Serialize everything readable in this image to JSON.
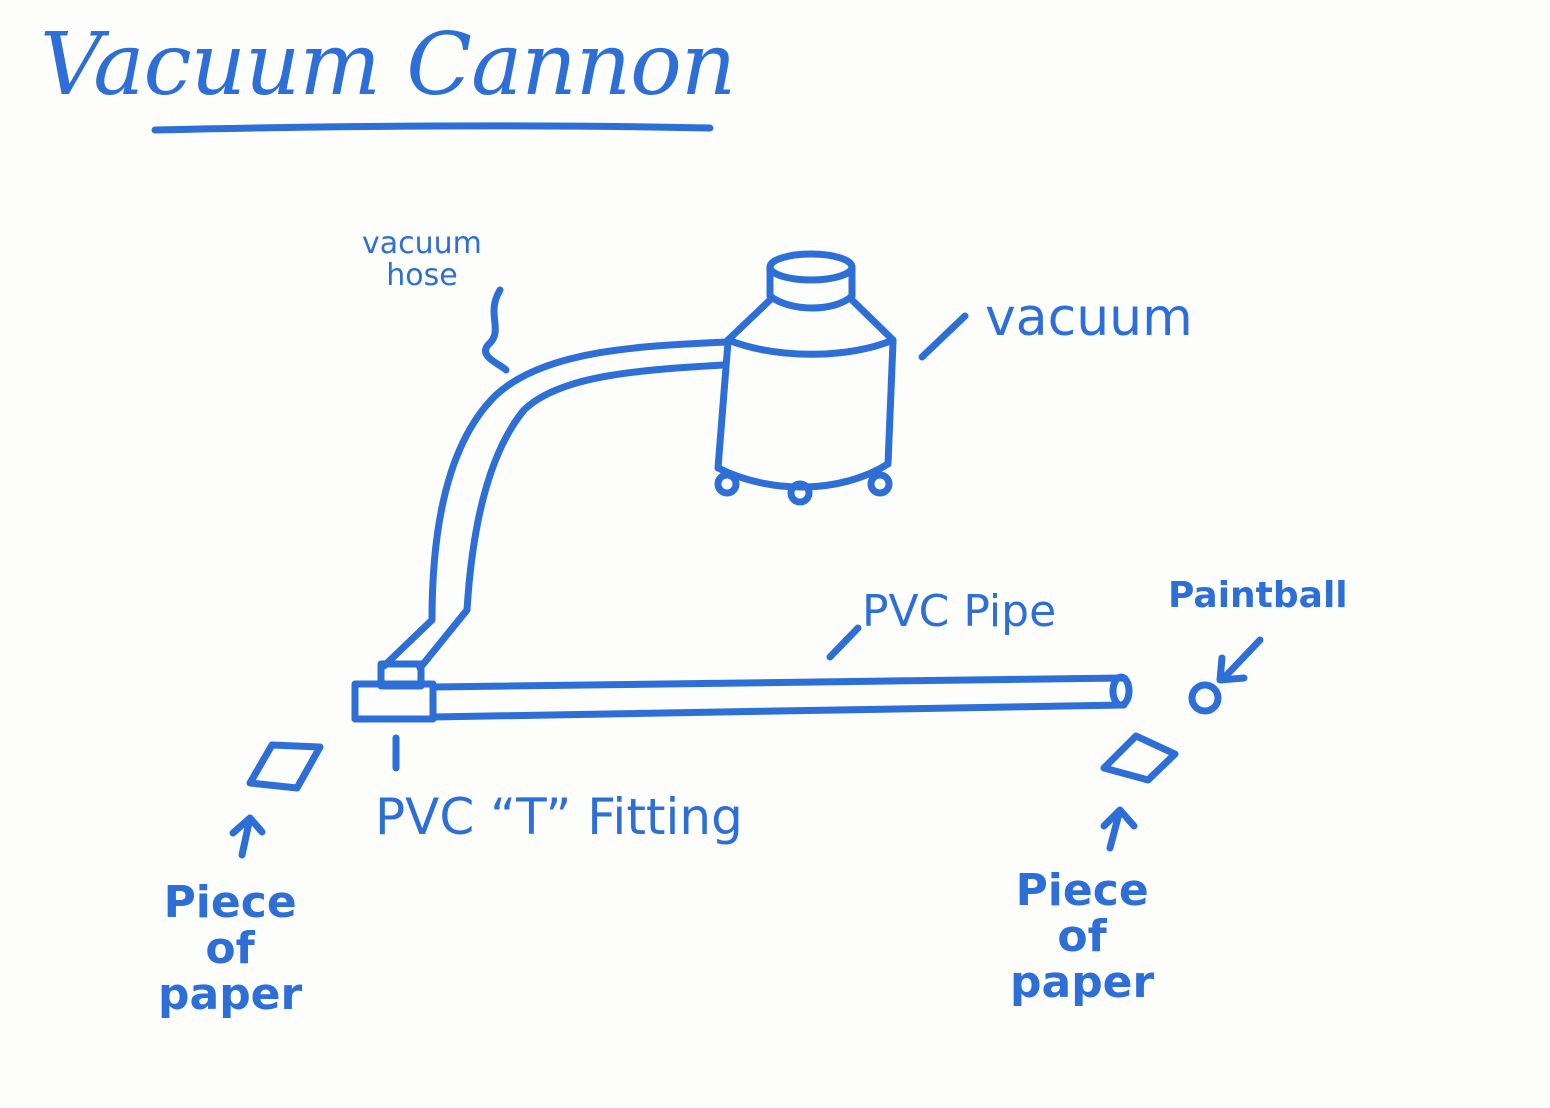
{
  "title": "Vacuum Cannon",
  "labels": {
    "vacuum_hose_line1": "vacuum",
    "vacuum_hose_line2": "hose",
    "vacuum": "vacuum",
    "pvc_pipe": "PVC Pipe",
    "paintball": "Paintball",
    "t_fitting": "PVC “T” Fitting",
    "paper_left_line1": "Piece",
    "paper_left_line2": "of",
    "paper_left_line3": "paper",
    "paper_right_line1": "Piece",
    "paper_right_line2": "of",
    "paper_right_line3": "paper"
  },
  "colors": {
    "ink": "#2d6fd6",
    "paper": "#fdfdfc"
  }
}
